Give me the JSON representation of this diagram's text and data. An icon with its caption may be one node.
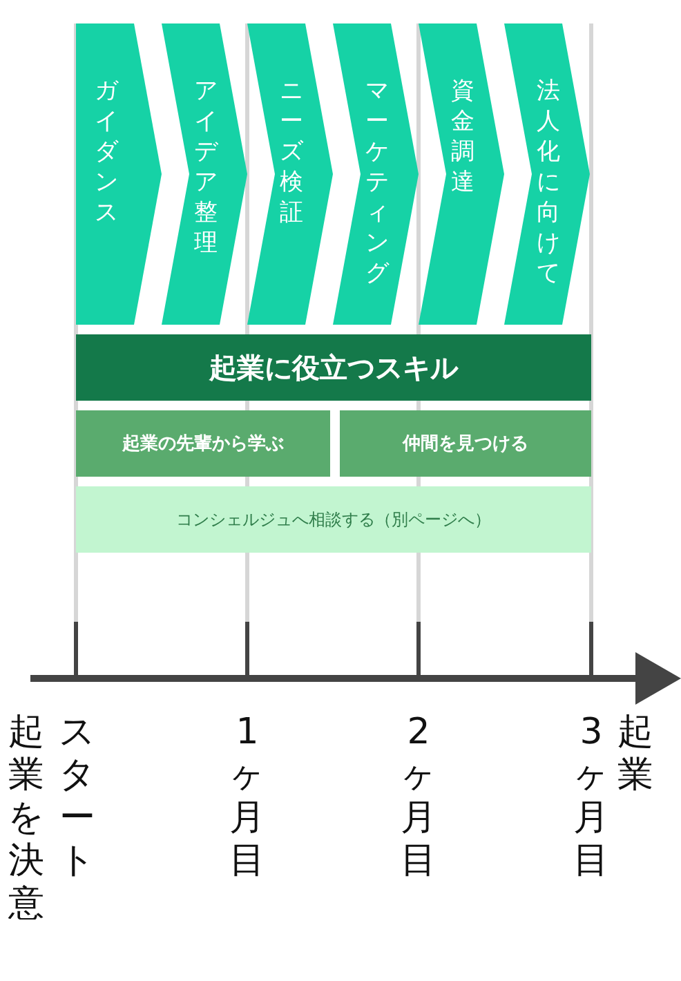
{
  "diagram": {
    "nodes": [
      {
        "text": [
          "ガイダンス"
        ]
      },
      {
        "text": [
          "アイデア整理"
        ]
      },
      {
        "text": [
          "ニーズ検証"
        ]
      },
      {
        "text": [
          "マーケティング"
        ]
      },
      {
        "text": [
          "資金調達"
        ]
      },
      {
        "text": [
          "法人化に向けて"
        ]
      },
      {
        "text": [
          "起業に役立つスキル"
        ]
      },
      {
        "text": [
          "起業の先輩から学ぶ"
        ]
      },
      {
        "text": [
          "仲間を見つける"
        ]
      },
      {
        "text": [
          "コンシェルジュへ相談する（別ページへ）"
        ]
      }
    ],
    "edges": [],
    "labels": [
      "スタート",
      "起業を決意",
      "1ヶ月目",
      "2ヶ月目",
      "起業",
      "3ヶ月目"
    ]
  }
}
